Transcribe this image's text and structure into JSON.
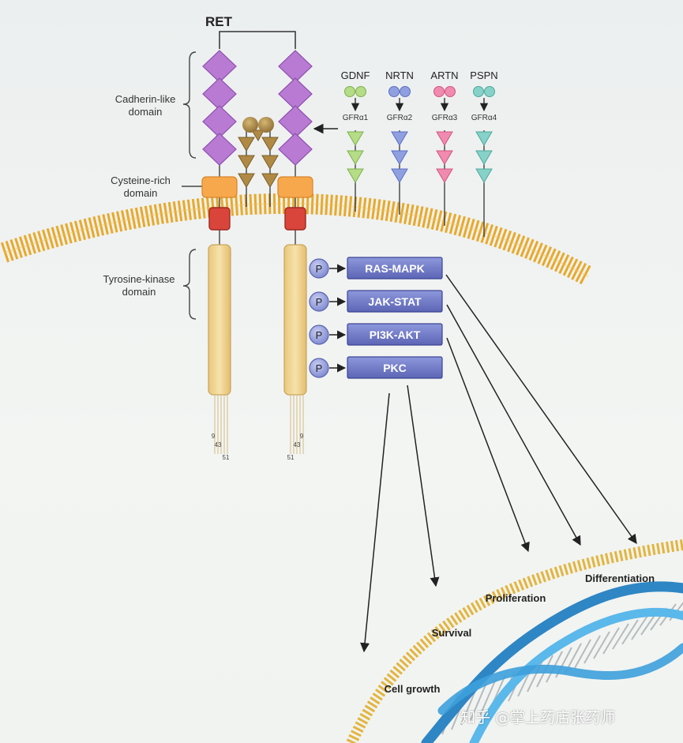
{
  "receptor": {
    "label": "RET"
  },
  "domains": {
    "cadherin": [
      "Cadherin-like",
      "domain"
    ],
    "cysteine": [
      "Cysteine-rich",
      "domain"
    ],
    "kinase": [
      "Tyrosine-kinase",
      "domain"
    ]
  },
  "ligands": [
    {
      "name": "GDNF",
      "coreceptor": "GFRα1",
      "color": "#b5dc86",
      "dark": "#7fb04e"
    },
    {
      "name": "NRTN",
      "coreceptor": "GFRα2",
      "color": "#8f9fe0",
      "dark": "#5c6fc2"
    },
    {
      "name": "ARTN",
      "coreceptor": "GFRα3",
      "color": "#f08ab0",
      "dark": "#d2557f"
    },
    {
      "name": "PSPN",
      "coreceptor": "GFRα4",
      "color": "#86d1c8",
      "dark": "#4fa89d"
    }
  ],
  "phospho_label": "P",
  "pathways": [
    "RAS-MAPK",
    "JAK-STAT",
    "PI3K-AKT",
    "PKC"
  ],
  "isoforms": {
    "left": [
      "9",
      "43",
      "51"
    ],
    "right": [
      "9",
      "43",
      "51"
    ]
  },
  "outcomes": [
    "Differentiation",
    "Proliferation",
    "Survival",
    "Cell growth"
  ],
  "watermark": "知乎 @掌上药店张药师",
  "colors": {
    "cadherin": "#b87ad3",
    "cysteine": "#f7a84c",
    "transmembrane": "#d9453a",
    "kinase": "#f2d595",
    "membrane": "#e8a92a",
    "pathway_box": "#6e78c4",
    "phospho": "#8e98d8",
    "gdnf_family_dimer": "#a78545",
    "dna": "#3aa0d9"
  }
}
